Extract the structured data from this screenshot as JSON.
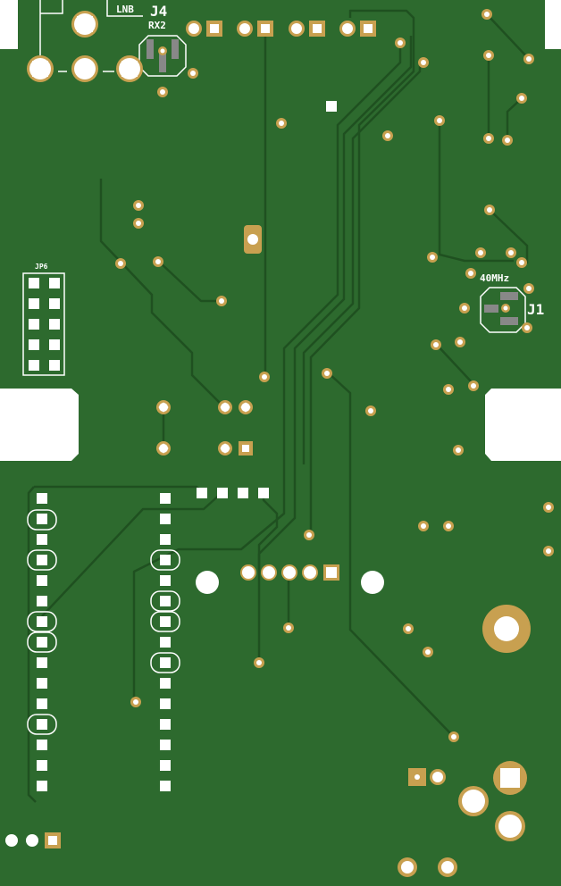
{
  "board": {
    "colors": {
      "copper_plane": "#2d6a2e",
      "trace": "#1f5020",
      "pad_gold": "#c8a050",
      "silkscreen": "#ffffff",
      "cutout": "#ffffff"
    }
  },
  "labels": {
    "lnb": "LNB",
    "j4": "J4",
    "rx2": "RX2",
    "jp6": "JP6",
    "crystal": "40MHz",
    "j1": "J1"
  }
}
